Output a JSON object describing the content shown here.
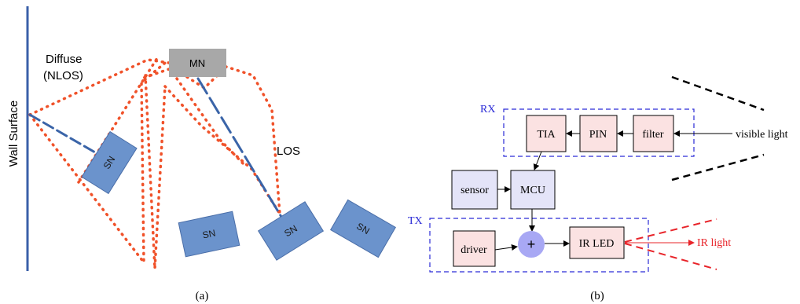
{
  "panel_a": {
    "caption": "(a)",
    "wall_label": "Wall Surface",
    "diffuse_label_line1": "Diffuse",
    "diffuse_label_line2": "(NLOS)",
    "los_label": "LOS",
    "mn_label": "MN",
    "sn_label": "SN",
    "colors": {
      "wall": "#3a5fa8",
      "sn_fill": "#6b93cc",
      "sn_stroke": "#4a6ea8",
      "mn_fill": "#a8a8a8",
      "nlos_dots": "#f0522a",
      "los_dash": "#3a64a8"
    }
  },
  "panel_b": {
    "caption": "(b)",
    "rx_label": "RX",
    "tx_label": "TX",
    "blocks": {
      "tia": "TIA",
      "pin": "PIN",
      "filter": "filter",
      "sensor": "sensor",
      "mcu": "MCU",
      "driver": "driver",
      "adder": "+",
      "ir_led": "IR LED"
    },
    "visible_light_label": "visible light",
    "ir_light_label": "IR light",
    "colors": {
      "group_border": "#2a2ad6",
      "group_label": "#2a2ad6",
      "pink_block": "#fbe2e2",
      "lavender_block": "#e4e4f8",
      "adder_fill": "#a8a8f4",
      "ir_color": "#e8242a"
    }
  }
}
